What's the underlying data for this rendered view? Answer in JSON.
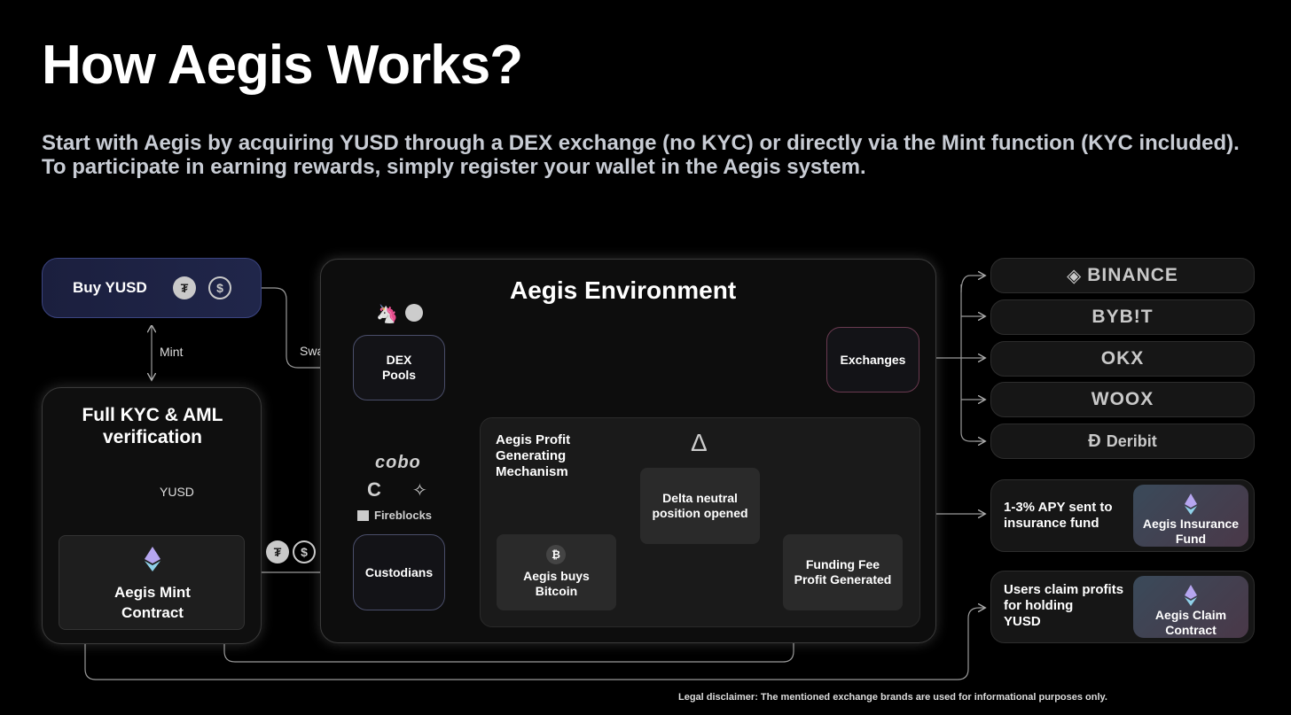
{
  "title": "How Aegis Works?",
  "subtitle": "Start with Aegis by acquiring YUSD through a DEX exchange (no KYC) or directly via the Mint function (KYC included). To participate in earning rewards, simply register your wallet in the Aegis system.",
  "buy": {
    "label": "Buy YUSD",
    "coins": [
      "tether-icon",
      "usdc-icon"
    ]
  },
  "links": {
    "mint": "Mint",
    "swap": "Swap",
    "yusd": "YUSD"
  },
  "kyc": {
    "title_line1": "Full KYC & AML",
    "title_line2": "verification"
  },
  "mint_contract": {
    "line1": "Aegis Mint",
    "line2": "Contract"
  },
  "environment": {
    "title": "Aegis Environment",
    "dex": {
      "line1": "DEX",
      "line2": "Pools"
    },
    "custodians": "Custodians",
    "custodian_logos": {
      "cobo": "cobo",
      "fireblocks": "Fireblocks"
    },
    "exchanges": "Exchanges",
    "mechanism": {
      "title_line1": "Aegis Profit",
      "title_line2": "Generating",
      "title_line3": "Mechanism",
      "delta_symbol": "Δ",
      "delta": {
        "line1": "Delta neutral",
        "line2": "position opened"
      },
      "buys": {
        "line1": "Aegis buys",
        "line2": "Bitcoin"
      },
      "funding": {
        "line1": "Funding Fee",
        "line2": "Profit Generated"
      }
    }
  },
  "exchange_brands": [
    "BINANCE",
    "BYB!T",
    "OKX",
    "WOOX",
    "Deribit"
  ],
  "insurance": {
    "text_line1": "1-3% APY sent to",
    "text_line2": "insurance fund",
    "card_line1": "Aegis Insurance",
    "card_line2": "Fund"
  },
  "claim": {
    "text_line1": "Users claim profits",
    "text_line2": "for holding",
    "text_line3": "YUSD",
    "card_line1": "Aegis Claim",
    "card_line2": "Contract"
  },
  "disclaimer": "Legal disclaimer: The mentioned exchange brands are used for informational purposes only.",
  "colors": {
    "background": "#000000",
    "buy_box": "#1b1f3e",
    "node_border": "#4a4e6a",
    "exchange_border": "#6a3a50"
  }
}
